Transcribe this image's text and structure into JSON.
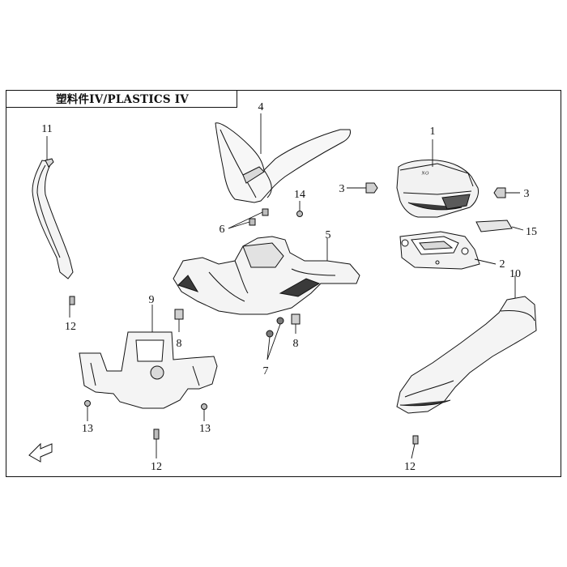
{
  "title": "塑料件IV/PLASTICS IV",
  "callouts": [
    "1",
    "2",
    "3",
    "3",
    "4",
    "5",
    "6",
    "7",
    "8",
    "8",
    "9",
    "10",
    "11",
    "12",
    "12",
    "12",
    "13",
    "13",
    "14",
    "15"
  ],
  "colors": {
    "line": "#111111",
    "fill_light": "#f4f4f4",
    "fill_mid": "#d9d9d9",
    "fill_dark": "#3a3a3a"
  },
  "icons": {
    "direction_arrow": "front-arrow-icon"
  }
}
